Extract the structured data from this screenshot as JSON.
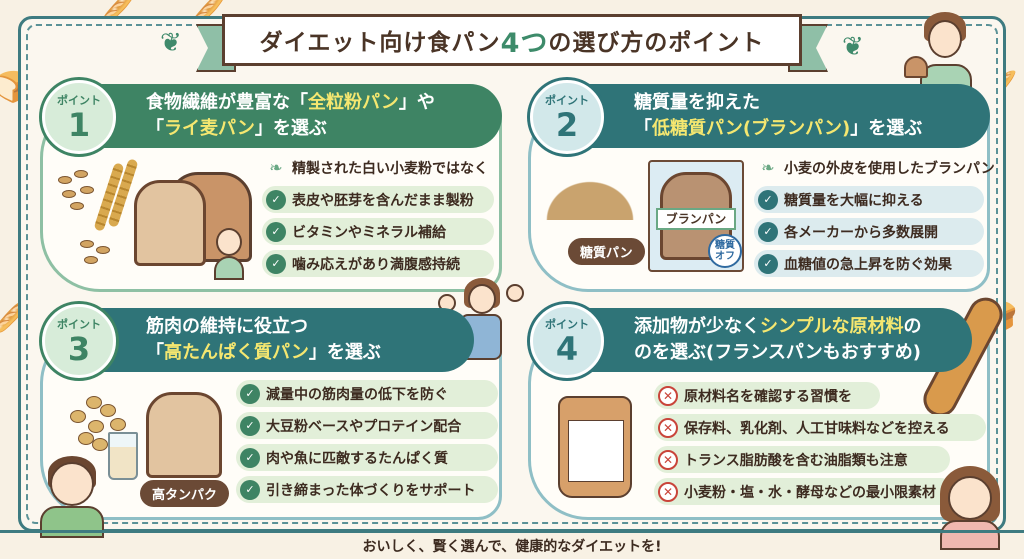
{
  "title": {
    "prefix": "ダイエット向け食パン",
    "accent": "4つ",
    "suffix": "の選び方のポイント"
  },
  "icons": {
    "check": "leaf-check-icon",
    "leaf": "leaf-icon",
    "cross": "cross-circle-icon",
    "bread": "bread-icon"
  },
  "colors": {
    "green": "#3e8464",
    "teal": "#2f7478",
    "highlight": "#f5e770",
    "brown": "#5b3f2f",
    "cream": "#f8f1e4",
    "cross_red": "#c9443a"
  },
  "points": [
    {
      "badge_label": "ポイント",
      "number": "1",
      "line1_pre": "食物繊維が豊富な「",
      "line1_hl": "全粒粉パン",
      "line1_post": "」や",
      "line2_pre": "「",
      "line2_hl": "ライ麦パン",
      "line2_post": "」を選ぶ",
      "items": [
        "精製された白い小麦粉ではなく",
        "表皮や胚芽を含んだまま製粉",
        "ビタミンやミネラル補給",
        "噛み応えがあり満腹感持続"
      ]
    },
    {
      "badge_label": "ポイント",
      "number": "2",
      "line1_pre": "糖質量を抑えた",
      "line1_hl": "",
      "line1_post": "",
      "line2_pre": "「",
      "line2_hl": "低糖質パン(ブランパン)",
      "line2_post": "」を選ぶ",
      "items": [
        "小麦の外皮を使用したブランパン",
        "糖質量を大幅に抑える",
        "各メーカーから多数展開",
        "血糖値の急上昇を防ぐ効果"
      ],
      "tag": "糖質パン",
      "bag_label": "ブランパン",
      "seal_line1": "糖質",
      "seal_line2": "オフ"
    },
    {
      "badge_label": "ポイント",
      "number": "3",
      "line1_pre": "筋肉の維持に役立つ",
      "line1_hl": "",
      "line1_post": "",
      "line2_pre": "「",
      "line2_hl": "高たんぱく質パン",
      "line2_post": "」を選ぶ",
      "items": [
        "減量中の筋肉量の低下を防ぐ",
        "大豆粉ベースやプロテイン配合",
        "肉や魚に匹敵するたんぱく質",
        "引き締まった体づくりをサポート"
      ],
      "tag": "高タンパク"
    },
    {
      "badge_label": "ポイント",
      "number": "4",
      "line1_pre": "添加物が少なく",
      "line1_hl": "シンプルな原材料",
      "line1_post": "の",
      "line2_pre": "のを選ぶ(フランスパンもおすすめ)",
      "line2_hl": "",
      "line2_post": "",
      "items": [
        "原材料名を確認する習慣を",
        "保存料、乳化剤、人工甘味料などを控える",
        "トランス脂肪酸を含む油脂類も注意",
        "小麦粉・塩・水・酵母などの最小限素材"
      ]
    }
  ],
  "footer": "おいしく、賢く選んで、健康的なダイエットを!"
}
